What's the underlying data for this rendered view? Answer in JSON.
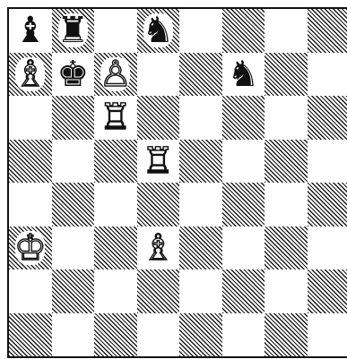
{
  "board": {
    "orientation": "white-bottom",
    "squares": [
      [
        "b",
        "r",
        "",
        "n",
        "",
        "",
        "",
        ""
      ],
      [
        "B",
        "k",
        "P",
        "",
        "",
        "n",
        "",
        ""
      ],
      [
        "",
        "",
        "R",
        "",
        "",
        "",
        "",
        ""
      ],
      [
        "",
        "",
        "",
        "R",
        "",
        "",
        "",
        ""
      ],
      [
        "",
        "",
        "",
        "",
        "",
        "",
        "",
        ""
      ],
      [
        "K",
        "",
        "",
        "B",
        "",
        "",
        "",
        ""
      ],
      [
        "",
        "",
        "",
        "",
        "",
        "",
        "",
        ""
      ],
      [
        "",
        "",
        "",
        "",
        "",
        "",
        "",
        ""
      ]
    ]
  },
  "glyphs": {
    "K": "♔",
    "Q": "♕",
    "R": "♖",
    "B": "♗",
    "N": "♘",
    "P": "♙",
    "k": "♚",
    "q": "♛",
    "r": "♜",
    "b": "♝",
    "n": "♞",
    "p": "♟"
  },
  "piece_names": {
    "K": "white-king-icon",
    "Q": "white-queen-icon",
    "R": "white-rook-icon",
    "B": "white-bishop-icon",
    "N": "white-knight-icon",
    "P": "white-pawn-icon",
    "k": "black-king-icon",
    "q": "black-queen-icon",
    "r": "black-rook-icon",
    "b": "black-bishop-icon",
    "n": "black-knight-icon",
    "p": "black-pawn-icon"
  }
}
